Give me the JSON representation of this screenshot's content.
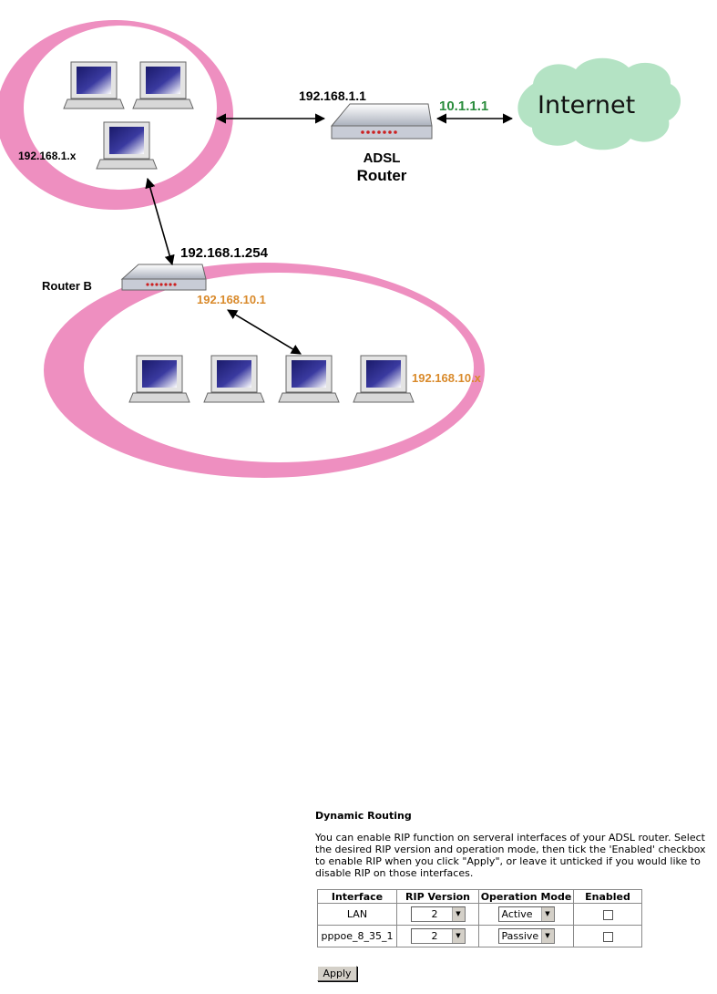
{
  "diagram": {
    "lan_gateway_ip": "192.168.1.1",
    "wan_ip": "10.1.1.1",
    "cloud_label": "Internet",
    "router_label_line1": "ADSL",
    "router_label_line2": "Router",
    "lan_subnet": "192.168.1.x",
    "router_b_wan_ip": "192.168.1.254",
    "router_b_label": "Router B",
    "router_b_lan_ip": "192.168.10.1",
    "subnet_b": "192.168.10.x",
    "colors": {
      "ring": "#ee8fc0",
      "cloud": "#b4e3c4",
      "wan_ip": "#2a8c3c",
      "subnet_b_ip": "#d98a2b",
      "led": "#cc2020"
    }
  },
  "panel": {
    "title": "Dynamic Routing",
    "description": "You can enable RIP function on serveral interfaces of your ADSL router. Select the desired RIP version and operation mode, then tick the 'Enabled' checkbox to enable RIP when you click \"Apply\", or leave it unticked if you would like to disable RIP on those interfaces.",
    "columns": [
      "Interface",
      "RIP Version",
      "Operation Mode",
      "Enabled"
    ],
    "rows": [
      {
        "interface": "LAN",
        "rip_version": "2",
        "mode": "Active",
        "enabled": false
      },
      {
        "interface": "pppoe_8_35_1",
        "rip_version": "2",
        "mode": "Passive",
        "enabled": false
      }
    ],
    "apply_label": "Apply"
  }
}
